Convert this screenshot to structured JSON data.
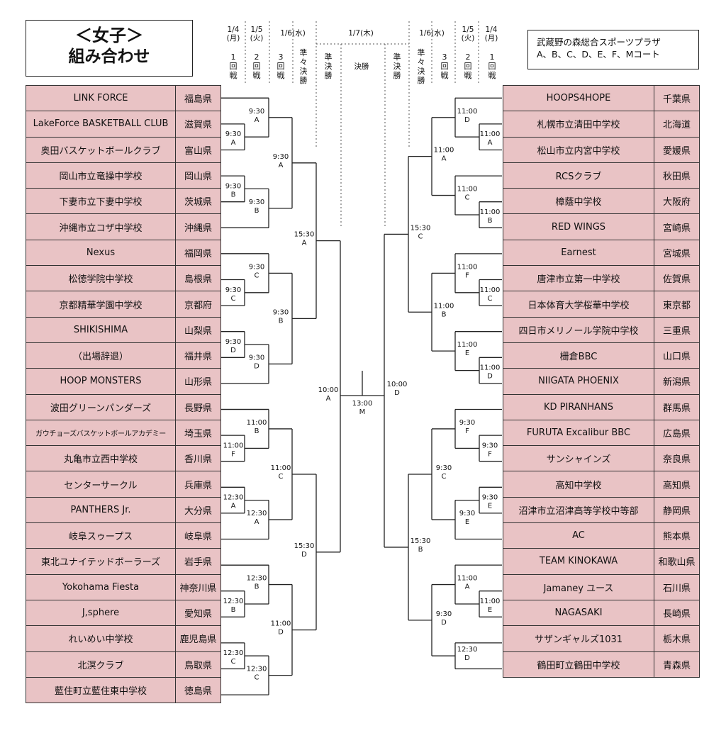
{
  "title": {
    "line1": "＜女子＞",
    "line2": "組み合わせ"
  },
  "venue": {
    "line1": "武蔵野の森総合スポーツプラザ",
    "line2": "A、B、C、D、E、F、Mコート"
  },
  "headers": {
    "d14": [
      "1/4",
      "(月)"
    ],
    "d15": [
      "1/5",
      "(火)"
    ],
    "d16": "1/6(水)",
    "d17": "1/7(木)",
    "r1": [
      "1",
      "回",
      "戦"
    ],
    "r2": [
      "2",
      "回",
      "戦"
    ],
    "r3": [
      "3",
      "回",
      "戦"
    ],
    "qf": [
      "準",
      "々",
      "決",
      "勝"
    ],
    "sf": [
      "準",
      "決",
      "勝"
    ],
    "final": "決勝"
  },
  "left_teams": [
    {
      "name": "LINK FORCE",
      "pref": "福島県"
    },
    {
      "name": "LakeForce BASKETBALL CLUB",
      "pref": "滋賀県"
    },
    {
      "name": "奥田バスケットボールクラブ",
      "pref": "富山県"
    },
    {
      "name": "岡山市立竜操中学校",
      "pref": "岡山県"
    },
    {
      "name": "下妻市立下妻中学校",
      "pref": "茨城県"
    },
    {
      "name": "沖縄市立コザ中学校",
      "pref": "沖縄県"
    },
    {
      "name": "Nexus",
      "pref": "福岡県"
    },
    {
      "name": "松徳学院中学校",
      "pref": "島根県"
    },
    {
      "name": "京都精華学園中学校",
      "pref": "京都府"
    },
    {
      "name": "SHIKISHIMA",
      "pref": "山梨県"
    },
    {
      "name": "（出場辞退）",
      "pref": "福井県"
    },
    {
      "name": "HOOP MONSTERS",
      "pref": "山形県"
    },
    {
      "name": "波田グリーンパンダーズ",
      "pref": "長野県"
    },
    {
      "name": "ガウチョーズバスケットボールアカデミー",
      "pref": "埼玉県"
    },
    {
      "name": "丸亀市立西中学校",
      "pref": "香川県"
    },
    {
      "name": "センターサークル",
      "pref": "兵庫県"
    },
    {
      "name": "PANTHERS Jr.",
      "pref": "大分県"
    },
    {
      "name": "岐阜スゥープス",
      "pref": "岐阜県"
    },
    {
      "name": "東北ユナイテッドボーラーズ",
      "pref": "岩手県"
    },
    {
      "name": "Yokohama Fiesta",
      "pref": "神奈川県"
    },
    {
      "name": "J,sphere",
      "pref": "愛知県"
    },
    {
      "name": "れいめい中学校",
      "pref": "鹿児島県"
    },
    {
      "name": "北溟クラブ",
      "pref": "鳥取県"
    },
    {
      "name": "藍住町立藍住東中学校",
      "pref": "徳島県"
    }
  ],
  "right_teams": [
    {
      "name": "HOOPS4HOPE",
      "pref": "千葉県"
    },
    {
      "name": "札幌市立清田中学校",
      "pref": "北海道"
    },
    {
      "name": "松山市立内宮中学校",
      "pref": "愛媛県"
    },
    {
      "name": "RCSクラブ",
      "pref": "秋田県"
    },
    {
      "name": "樟蔭中学校",
      "pref": "大阪府"
    },
    {
      "name": "RED WINGS",
      "pref": "宮崎県"
    },
    {
      "name": "Earnest",
      "pref": "宮城県"
    },
    {
      "name": "唐津市立第一中学校",
      "pref": "佐賀県"
    },
    {
      "name": "日本体育大学桜華中学校",
      "pref": "東京都"
    },
    {
      "name": "四日市メリノール学院中学校",
      "pref": "三重県"
    },
    {
      "name": "栅倉BBC",
      "pref": "山口県"
    },
    {
      "name": "NIIGATA PHOENIX",
      "pref": "新潟県"
    },
    {
      "name": "KD PIRANHANS",
      "pref": "群馬県"
    },
    {
      "name": "FURUTA Excalibur BBC",
      "pref": "広島県"
    },
    {
      "name": "サンシャインズ",
      "pref": "奈良県"
    },
    {
      "name": "高知中学校",
      "pref": "高知県"
    },
    {
      "name": "沼津市立沼津高等学校中等部",
      "pref": "静岡県"
    },
    {
      "name": "AC",
      "pref": "熊本県"
    },
    {
      "name": "TEAM KINOKAWA",
      "pref": "和歌山県"
    },
    {
      "name": "Jamaney ユース",
      "pref": "石川県"
    },
    {
      "name": "NAGASAKI",
      "pref": "長崎県"
    },
    {
      "name": "サザンギャルズ1031",
      "pref": "栃木県"
    },
    {
      "name": "鶴田町立鶴田中学校",
      "pref": "青森県"
    }
  ],
  "matches": {
    "L_r1": [
      [
        "9:30",
        "A"
      ],
      [
        "9:30",
        "B"
      ],
      [
        "9:30",
        "C"
      ],
      [
        "9:30",
        "D"
      ],
      [
        "11:00",
        "F"
      ],
      [
        "12:30",
        "A"
      ],
      [
        "12:30",
        "B"
      ],
      [
        "12:30",
        "C"
      ]
    ],
    "L_r2": [
      [
        "9:30",
        "A"
      ],
      [
        "9:30",
        "B"
      ],
      [
        "9:30",
        "C"
      ],
      [
        "9:30",
        "D"
      ],
      [
        "11:00",
        "B"
      ],
      [
        "12:30",
        "A"
      ],
      [
        "12:30",
        "B"
      ],
      [
        "12:30",
        "C"
      ]
    ],
    "L_r3": [
      [
        "9:30",
        "A"
      ],
      [
        "9:30",
        "B"
      ],
      [
        "11:00",
        "C"
      ],
      [
        "11:00",
        "D"
      ]
    ],
    "L_qf": [
      [
        "15:30",
        "A"
      ],
      [
        "15:30",
        "D"
      ]
    ],
    "L_sf": [
      "10:00",
      "A"
    ],
    "final": [
      "13:00",
      "M"
    ],
    "R_sf": [
      "10:00",
      "D"
    ],
    "R_qf": [
      [
        "15:30",
        "C"
      ],
      [
        "15:30",
        "B"
      ]
    ],
    "R_r3": [
      [
        "11:00",
        "A"
      ],
      [
        "11:00",
        "B"
      ],
      [
        "9:30",
        "C"
      ],
      [
        "9:30",
        "D"
      ]
    ],
    "R_r2": [
      [
        "11:00",
        "D"
      ],
      [
        "11:00",
        "C"
      ],
      [
        "11:00",
        "F"
      ],
      [
        "11:00",
        "E"
      ],
      [
        "9:30",
        "F"
      ],
      [
        "9:30",
        "E"
      ],
      [
        "11:00",
        "A"
      ],
      [
        "12:30",
        "D"
      ]
    ],
    "R_r1": [
      [
        "11:00",
        "A"
      ],
      [
        "11:00",
        "B"
      ],
      [
        "11:00",
        "C"
      ],
      [
        "11:00",
        "D"
      ],
      [
        "9:30",
        "F"
      ],
      [
        "9:30",
        "E"
      ],
      [
        "11:00",
        "E"
      ]
    ]
  }
}
